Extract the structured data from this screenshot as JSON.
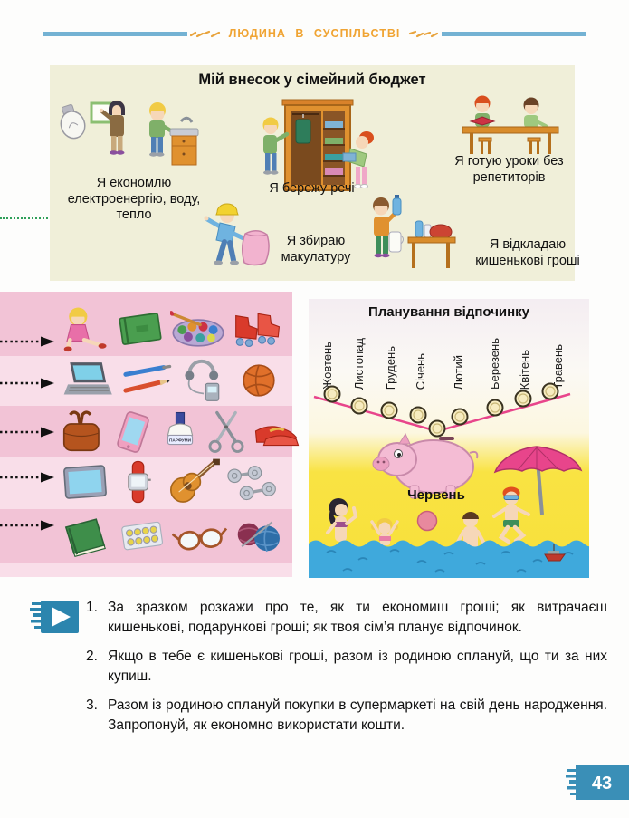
{
  "header": {
    "title": "ЛЮДИНА В СУСПІЛЬСТВІ"
  },
  "budget_panel": {
    "title": "Мій внесок у сімейний бюджет",
    "items": [
      {
        "icon": "energy-saving-scene",
        "caption": "Я економлю електроенергію, воду, тепло"
      },
      {
        "icon": "wardrobe-scene",
        "caption": "Я бережу речі"
      },
      {
        "icon": "homework-scene",
        "caption": "Я готую уроки без репетиторів"
      },
      {
        "icon": "wastepaper-scene",
        "caption": "Я збираю макулатуру"
      },
      {
        "icon": "pocket-money-scene",
        "caption": "Я відкладаю кишенькові гроші"
      }
    ]
  },
  "spending_panel": {
    "perfume_label": "ПАРФУМИ",
    "rows": [
      {
        "items": [
          "doll-icon",
          "notebook-icon",
          "paints-icon",
          "roller-skates-icon"
        ]
      },
      {
        "items": [
          "laptop-icon",
          "pen-pencil-icon",
          "player-headphones-icon",
          "ball-icon"
        ]
      },
      {
        "items": [
          "handbag-icon",
          "phone-icon",
          "perfume-icon",
          "scissors-icon",
          "shoes-icon"
        ]
      },
      {
        "items": [
          "tablet-icon",
          "watch-icon",
          "guitar-icon",
          "dumbbells-icon"
        ]
      },
      {
        "items": [
          "book-icon",
          "pills-icon",
          "glasses-icon",
          "yarn-icon"
        ]
      }
    ]
  },
  "vacation_panel": {
    "title": "Планування відпочинку",
    "months": [
      "Жовтень",
      "Листопад",
      "Грудень",
      "Січень",
      "Лютий",
      "Березень",
      "Квітень",
      "Травень"
    ],
    "june_label": "Червень"
  },
  "tasks": [
    {
      "number": "1.",
      "text": "За зразком розкажи про те, як ти економиш гроші; як витрачаєш кишенькові, подарункові гроші; як твоя сім’я планує відпочинок."
    },
    {
      "number": "2.",
      "text": "Якщо в тебе є кишенькові гроші, разом із родиною сплануй, що ти за них купиш."
    },
    {
      "number": "3.",
      "text": "Разом із родиною сплануй покупки в супермаркеті на свій день народження. Запропонуй, як економно використати кошти."
    }
  ],
  "page_number": "43",
  "colors": {
    "header_blue": "#74b2d3",
    "header_orange": "#f0a433",
    "panel_beige": "#f0efd9",
    "pink_dark": "#f2c3d6",
    "pink_light": "#f9dee9",
    "magenta_line": "#e8458b",
    "sand_yellow": "#f8e03a",
    "water_blue": "#3fa9dc",
    "badge_blue": "#3a8fb7",
    "dotted_green": "#2fa05a"
  }
}
